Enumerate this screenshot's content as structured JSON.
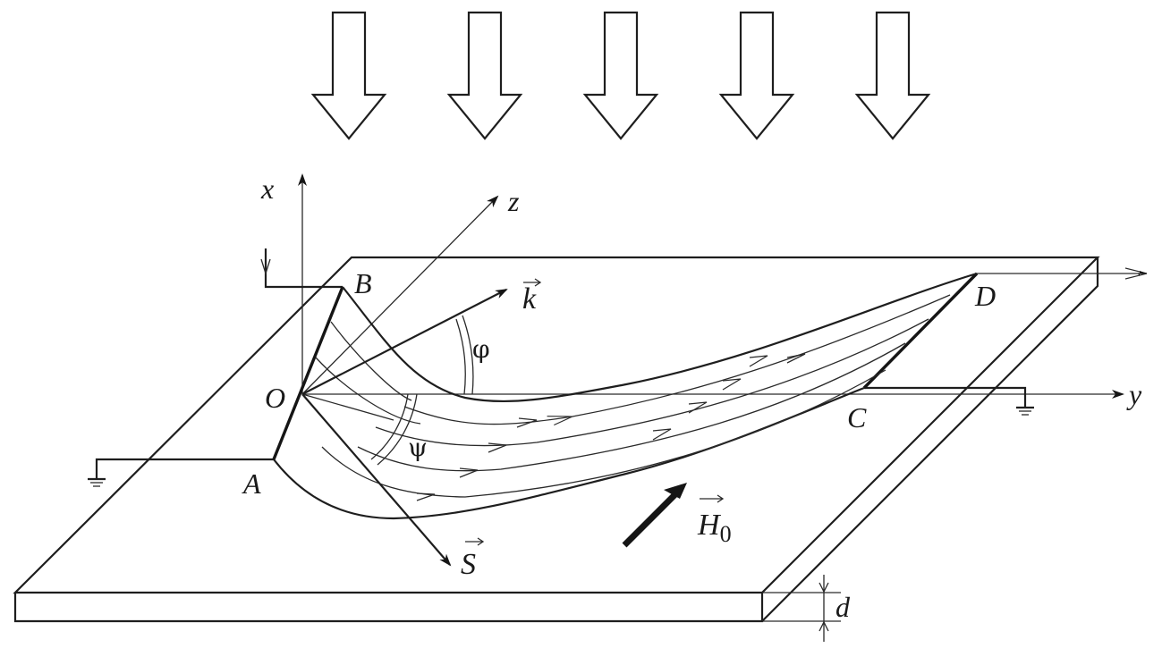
{
  "diagram": {
    "description": "Spin-wave / magnetostatic wave beam in a ferrite film with transducers, illuminated from above",
    "incident_arrows_count": 5,
    "labels": {
      "x_axis": "x",
      "y_axis": "y",
      "z_axis": "z",
      "origin": "O",
      "point_a": "A",
      "point_b": "B",
      "point_c": "C",
      "point_d": "D",
      "wave_vector": "k",
      "poynting_vector": "S",
      "field": "H",
      "field_subscript": "0",
      "angle_phi": "φ",
      "angle_psi": "ψ",
      "thickness": "d"
    },
    "colors": {
      "line": "#1e1e1e",
      "background": "#ffffff"
    }
  }
}
